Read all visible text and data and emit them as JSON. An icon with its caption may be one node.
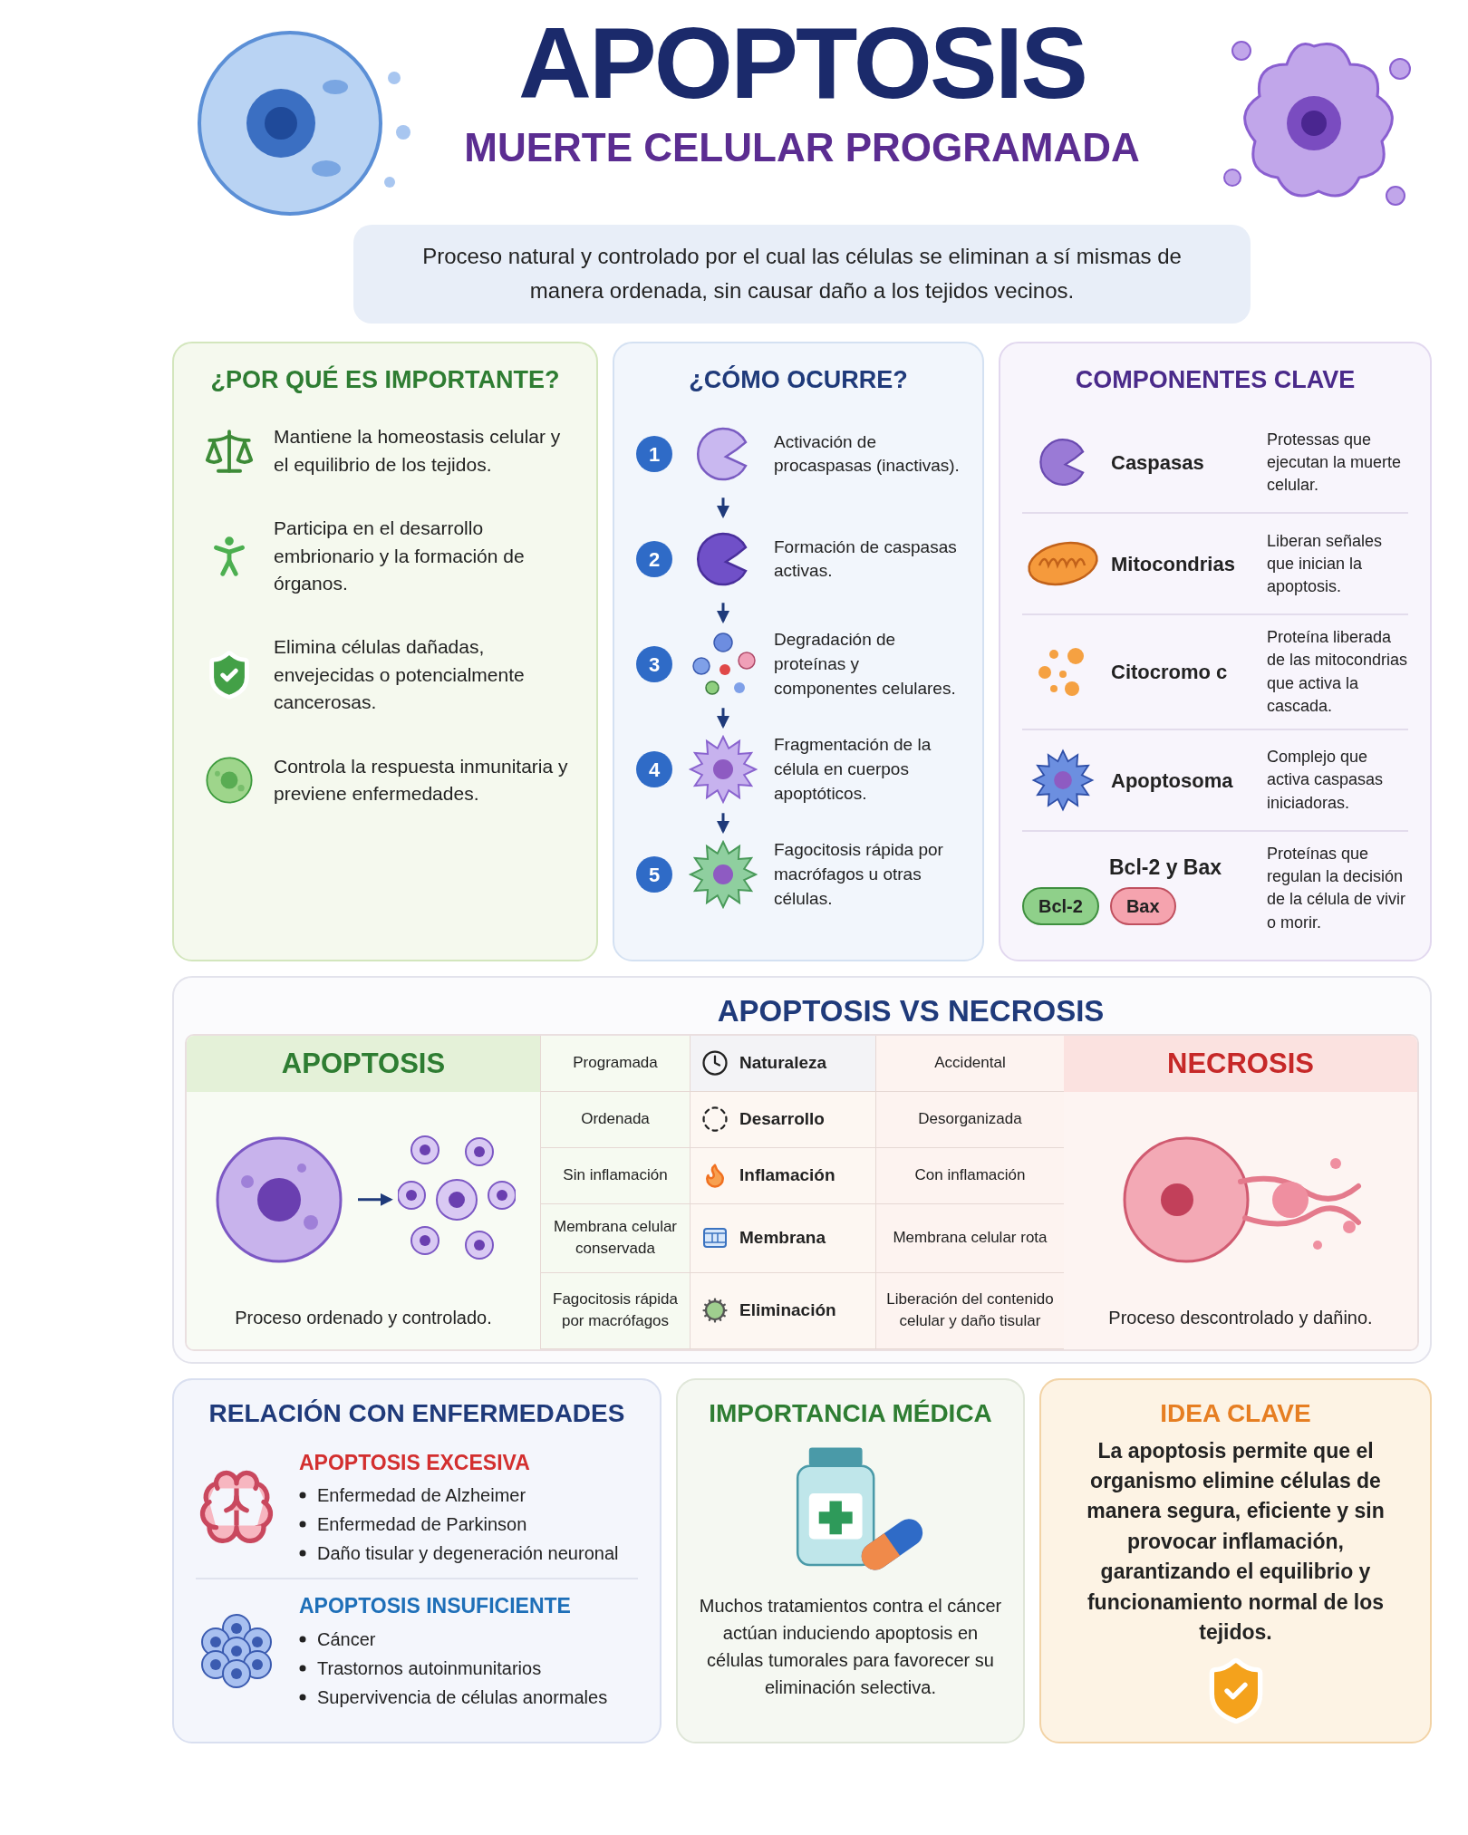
{
  "diagram": {
    "title": "APOPTOSIS",
    "nodes": [
      {
        "text": [
          "Proceso natural y controlado por el cual las células se eliminan a sí mismas de manera ordenada, sin causar daño a los tejidos vecinos."
        ]
      },
      {
        "text": [
          "¿POR QUÉ ES IMPORTANTE?"
        ]
      },
      {
        "text": [
          "Mantiene la homeostasis celular y el equilibrio de los tejidos."
        ],
        "in": 1
      },
      {
        "text": [
          "Participa en el desarrollo embrionario y la formación de órganos."
        ],
        "in": 1
      },
      {
        "text": [
          "Elimina células dañadas, envejecidas o potencialmente cancerosas."
        ],
        "in": 1
      },
      {
        "text": [
          "Controla la respuesta inmunitaria y previene enfermedades."
        ],
        "in": 1
      },
      {
        "text": [
          "¿CÓMO OCURRE?"
        ]
      },
      {
        "text": [
          "1",
          "Activación de procaspasas (inactivas)."
        ],
        "in": 6
      },
      {
        "text": [
          "2",
          "Formación de caspasas activas."
        ],
        "in": 6
      },
      {
        "text": [
          "3",
          "Degradación de proteínas y componentes celulares."
        ],
        "in": 6
      },
      {
        "text": [
          "4",
          "Fragmentación de la célula en cuerpos apoptóticos."
        ],
        "in": 6
      },
      {
        "text": [
          "5",
          "Fagocitosis rápida por macrófagos u otras células."
        ],
        "in": 6
      },
      {
        "text": [
          "COMPONENTES CLAVE"
        ]
      },
      {
        "text": [
          "Caspasas",
          "Protessas que ejecutan la muerte celular."
        ],
        "in": 12
      },
      {
        "text": [
          "Mitocondrias",
          "Liberan señales que inician la apoptosis."
        ],
        "in": 12
      },
      {
        "text": [
          "Citocromo c",
          "Proteína liberada de las mitocondrias que activa la cascada."
        ],
        "in": 12
      },
      {
        "text": [
          "Apoptosoma",
          "Complejo que activa caspasas iniciadoras."
        ],
        "in": 12
      },
      {
        "text": [
          "Bcl-2 y Bax",
          "Proteínas que regulan la decisión de la célula de vivir o morir."
        ],
        "in": 12
      },
      {
        "text": [
          "Bcl-2"
        ],
        "in": 17
      },
      {
        "text": [
          "Bax"
        ],
        "in": 17
      },
      {
        "text": [
          "APOPTOSIS VS NECROSIS"
        ]
      },
      {
        "text": [
          "APOPTOSIS",
          "Proceso ordenado y controlado."
        ],
        "in": 20
      },
      {
        "text": [],
        "shape": "picture",
        "in": 21
      },
      {
        "text": [],
        "shape": "picture",
        "in": 21
      },
      {
        "text": [
          "NECROSIS",
          "Proceso descontrolado y dañino."
        ],
        "in": 20
      },
      {
        "text": [
          "RELACIÓN CON ENFERMEDADES"
        ]
      },
      {
        "text": [
          "APOPTOSIS EXCESIVA",
          "Enfermedad de Alzheimer",
          "Enfermedad de Parkinson",
          "Daño tisular y degeneración neuronal"
        ],
        "in": 25
      },
      {
        "text": [
          "APOPTOSIS INSUFICIENTE",
          "Cáncer",
          "Trastornos autoinmunitarios",
          "Supervivencia de células anormales"
        ],
        "in": 25
      },
      {
        "text": [
          "IMPORTANCIA MÉDICA",
          "Muchos tratamientos contra el cáncer actúan induciendo apoptosis en células tumorales para favorecer su eliminación selectiva."
        ]
      },
      {
        "text": [
          "IDEA CLAVE",
          "La apoptosis permite que el organismo elimine células de manera segura, eficiente y sin provocar inflamación, garantizando el equilibrio y funcionamiento normal de los tejidos."
        ]
      }
    ],
    "edges": [
      {
        "from": 7,
        "to": 8,
        "arrow": "to"
      },
      {
        "from": 8,
        "to": 9,
        "arrow": "to"
      },
      {
        "from": 9,
        "to": 10,
        "arrow": "to"
      },
      {
        "from": 10,
        "to": 11,
        "arrow": "to"
      },
      {
        "from": 22,
        "to": 23,
        "arrow": "to"
      }
    ],
    "labels": [
      "MUERTE CELULAR PROGRAMADA",
      "Programada",
      "Naturaleza",
      "Accidental",
      "Ordenada",
      "Desarrollo",
      "Desorganizada",
      "Sin inflamación",
      "Inflamación",
      "Con inflamación",
      "Membrana celular conservada",
      "Membrana",
      "Membrana celular rota",
      "Fagocitosis rápida por macrófagos",
      "Eliminación",
      "Liberación del contenido celular y daño tisular"
    ]
  }
}
